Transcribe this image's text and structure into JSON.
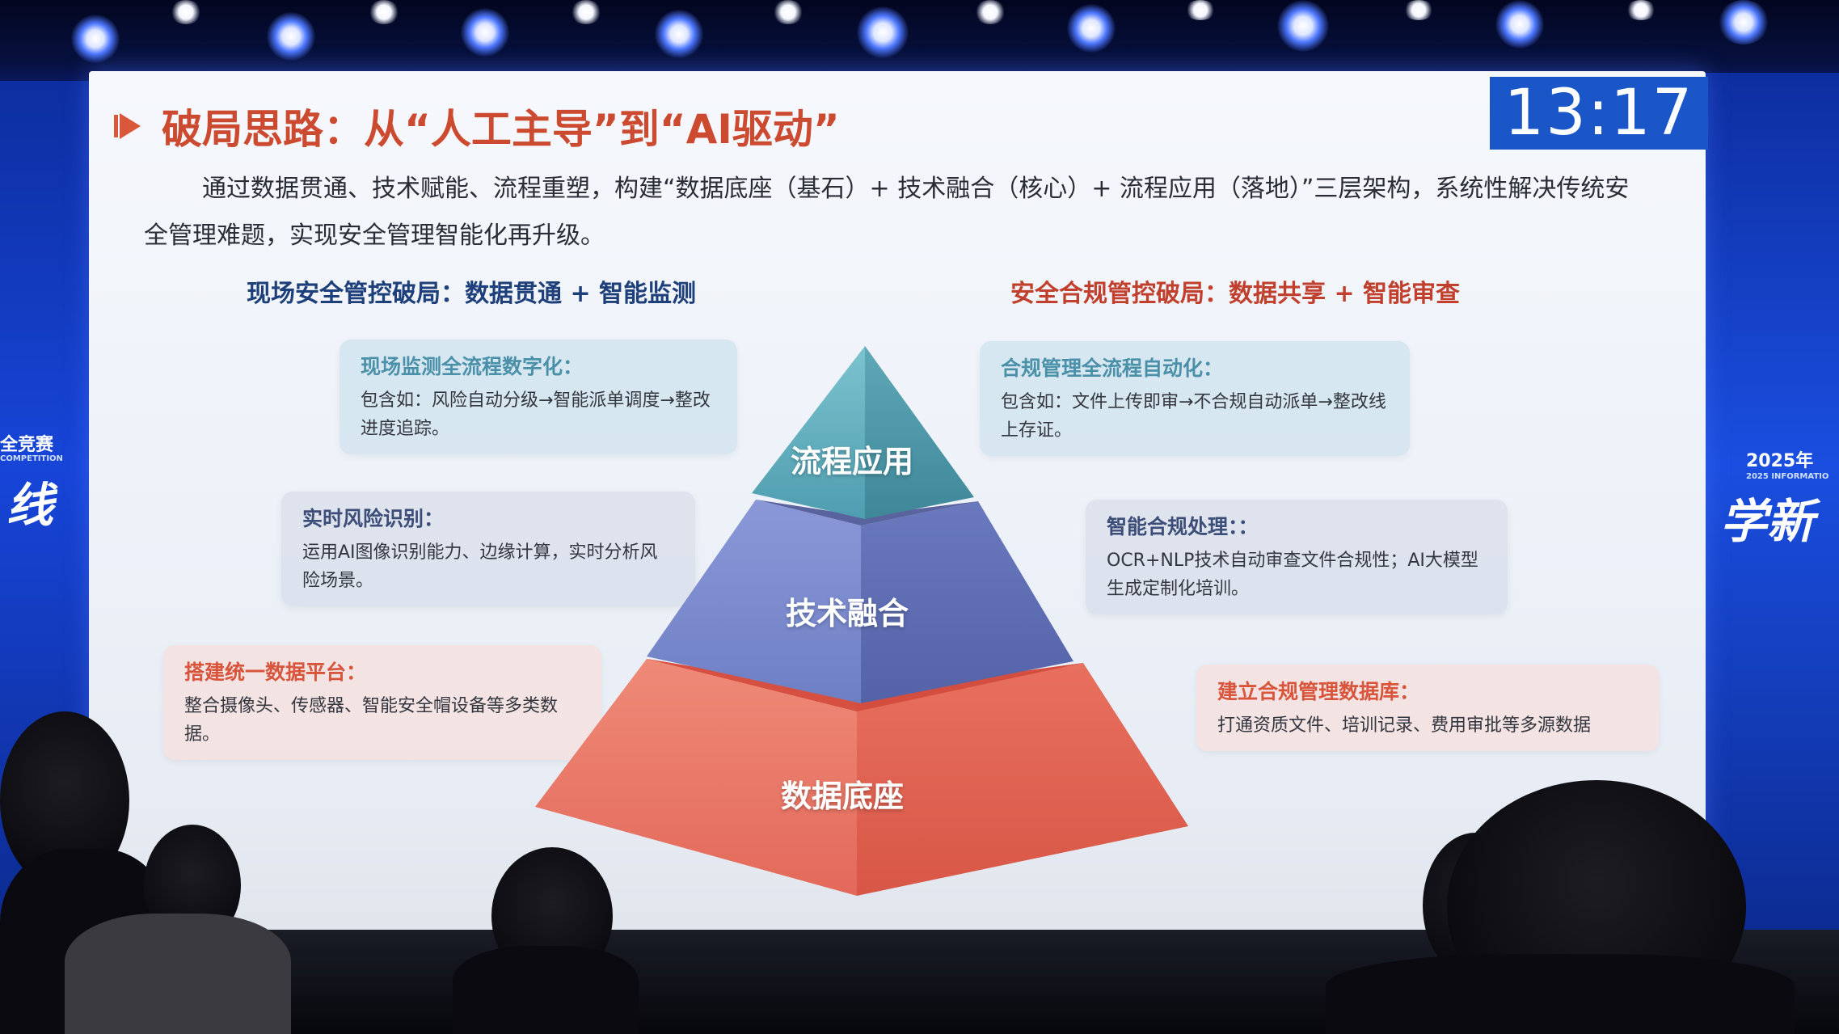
{
  "colors": {
    "title": "#cc4a30",
    "accent_blue": "#1a56c7",
    "pyramid_top": "#5aa7b8",
    "pyramid_middle": "#6e7fc4",
    "pyramid_bottom": "#e36b5a"
  },
  "side_left": {
    "line1": "全竞赛",
    "line2": "COMPETITION",
    "line3": "线"
  },
  "side_right": {
    "line1": "2025年",
    "line2": "2025 INFORMATIO",
    "line3": "学新"
  },
  "clock": "13:17",
  "slide": {
    "title": "破局思路：从“人工主导”到“AI驱动”",
    "intro": "通过数据贯通、技术赋能、流程重塑，构建“数据底座（基石）+ 技术融合（核心）+ 流程应用（落地）”三层架构，系统性解决传统安全管理难题，实现安全管理智能化再升级。",
    "subtitle_left": "现场安全管控破局：数据贯通 + 智能监测",
    "subtitle_right": "安全合规管控破局：数据共享 + 智能审查",
    "pyramid": {
      "top": "流程应用",
      "middle": "技术融合",
      "bottom": "数据底座"
    },
    "left_cards": [
      {
        "heading": "现场监测全流程数字化：",
        "body": "包含如：风险自动分级→智能派单调度→整改进度追踪。"
      },
      {
        "heading": "实时风险识别：",
        "body": "运用AI图像识别能力、边缘计算，实时分析风险场景。"
      },
      {
        "heading": "搭建统一数据平台：",
        "body": "整合摄像头、传感器、智能安全帽设备等多类数据。"
      }
    ],
    "right_cards": [
      {
        "heading": "合规管理全流程自动化：",
        "body": "包含如：文件上传即审→不合规自动派单→整改线上存证。"
      },
      {
        "heading": "智能合规处理：：",
        "body": "OCR+NLP技术自动审查文件合规性；AI大模型生成定制化培训。"
      },
      {
        "heading": "建立合规管理数据库：",
        "body": "打通资质文件、培训记录、费用审批等多源数据"
      }
    ]
  }
}
